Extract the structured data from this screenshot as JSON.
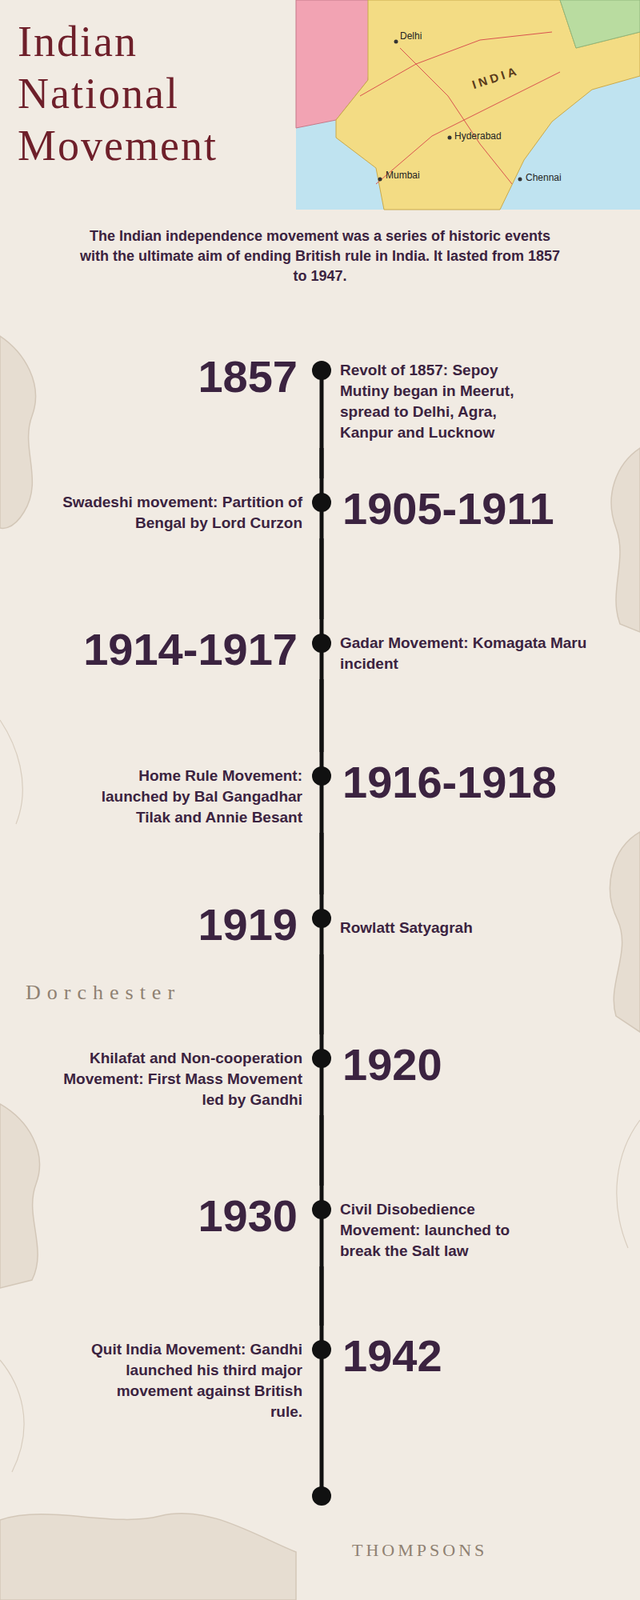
{
  "diagram": {
    "title": "Indian National Movement",
    "nodes": [
      {
        "text": [
          "1857",
          "Revolt of 1857: Sepoy Mutiny began in Meerut, spread to Delhi, Agra, Kanpur and Lucknow"
        ]
      },
      {
        "text": [
          "1905-1911",
          "Swadeshi movement: Partition of Bengal by Lord Curzon"
        ]
      },
      {
        "text": [
          "1914-1917",
          "Gadar Movement: Komagata Maru incident"
        ]
      },
      {
        "text": [
          "1916-1918",
          "Home Rule Movement: launched by Bal Gangadhar Tilak and Annie Besant"
        ]
      },
      {
        "text": [
          "1919",
          "Rowlatt Satyagrah"
        ]
      },
      {
        "text": [
          "1920",
          "Khilafat and Non-cooperation Movement: First Mass Movement led by Gandhi"
        ]
      },
      {
        "text": [
          "1930",
          "Civil Disobedience Movement: launched to break the Salt law"
        ]
      },
      {
        "text": [
          "1942",
          "Quit India Movement: Gandhi launched his third major movement against British rule."
        ]
      }
    ],
    "edges": [
      {
        "from": 0,
        "to": 1,
        "arrow": "none"
      },
      {
        "from": 1,
        "to": 2,
        "arrow": "none"
      },
      {
        "from": 2,
        "to": 3,
        "arrow": "none"
      },
      {
        "from": 3,
        "to": 4,
        "arrow": "none"
      },
      {
        "from": 4,
        "to": 5,
        "arrow": "none"
      },
      {
        "from": 5,
        "to": 6,
        "arrow": "none"
      },
      {
        "from": 6,
        "to": 7,
        "arrow": "none"
      }
    ],
    "labels": [
      "The Indian independence movement was a series of historic events with the ultimate aim of ending British rule in India. It lasted from 1857 to 1947.",
      "INDIA",
      "Delhi",
      "Mumbai",
      "Hyderabad",
      "Chennai",
      "Dorchester",
      "THOMPSONS"
    ]
  }
}
